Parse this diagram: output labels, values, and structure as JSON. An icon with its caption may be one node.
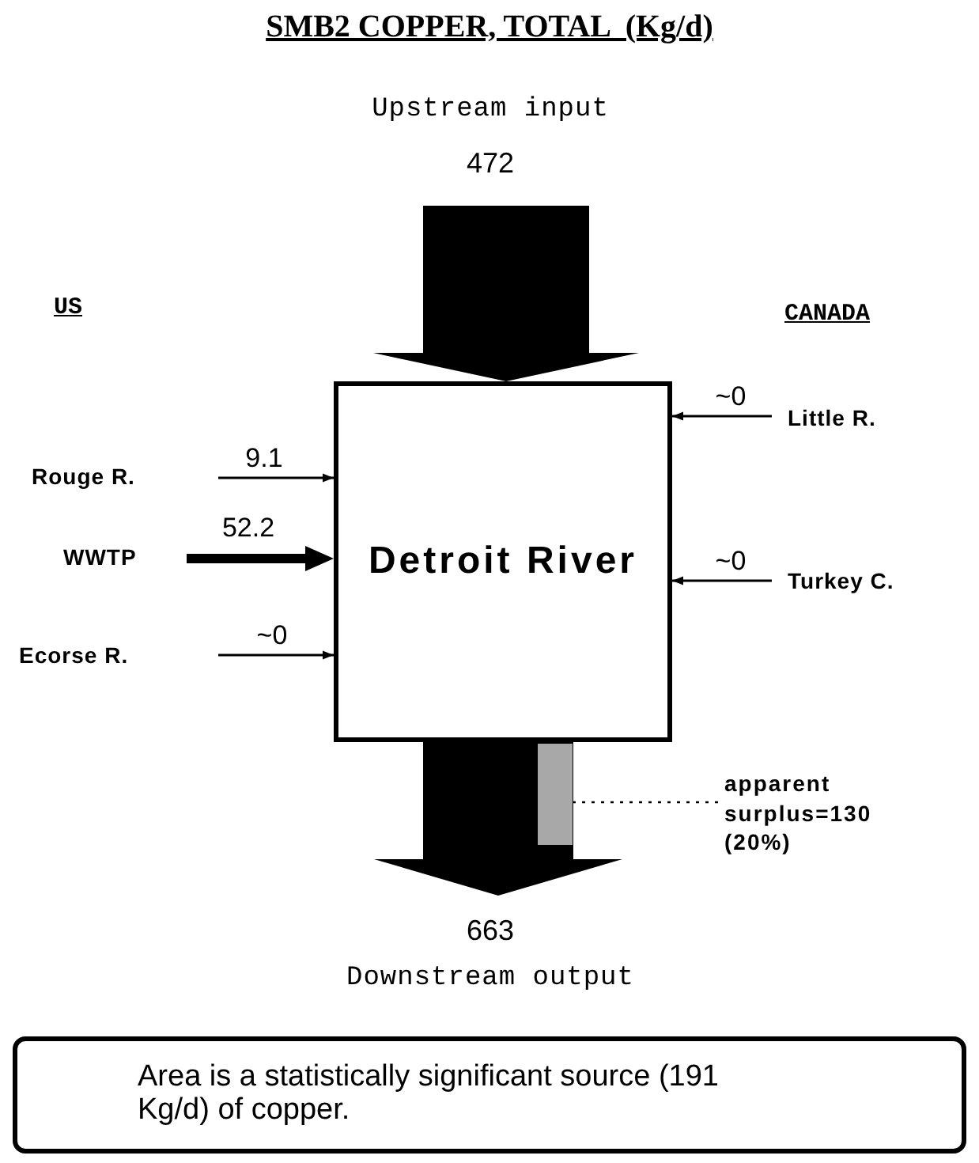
{
  "diagram": {
    "title": "SMB2 COPPER, TOTAL  (Kg/d)",
    "nodes": [
      {
        "text": [
          "Upstream input",
          "472"
        ]
      },
      {
        "text": [
          "Detroit River"
        ]
      },
      {
        "text": [
          "Rouge R."
        ]
      },
      {
        "text": [
          "WWTP"
        ]
      },
      {
        "text": [
          "Ecorse R."
        ]
      },
      {
        "text": [
          "Little R."
        ]
      },
      {
        "text": [
          "Turkey C."
        ]
      },
      {
        "text": [
          "663",
          "Downstream output"
        ]
      },
      {
        "text": [
          "apparent surplus=130 (20%)"
        ]
      },
      {
        "text": [
          "Area is a statistically significant source (191 Kg/d) of copper."
        ]
      },
      {
        "text": [],
        "shape": "bar"
      }
    ],
    "edges": [
      {
        "from": 0,
        "to": 1,
        "arrow": "to",
        "style": "thick"
      },
      {
        "from": 2,
        "to": 1,
        "arrow": "to",
        "label": "9.1"
      },
      {
        "from": 3,
        "to": 1,
        "arrow": "to",
        "label": "52.2",
        "style": "thick"
      },
      {
        "from": 4,
        "to": 1,
        "arrow": "to",
        "label": "~0"
      },
      {
        "from": 5,
        "to": 1,
        "arrow": "to",
        "label": "~0"
      },
      {
        "from": 6,
        "to": 1,
        "arrow": "to",
        "label": "~0"
      },
      {
        "from": 1,
        "to": 7,
        "arrow": "to",
        "style": "thick"
      },
      {
        "from": 8,
        "to": 10,
        "arrow": "none",
        "style": "dashed"
      }
    ],
    "labels": [
      "US",
      "CANADA"
    ]
  }
}
